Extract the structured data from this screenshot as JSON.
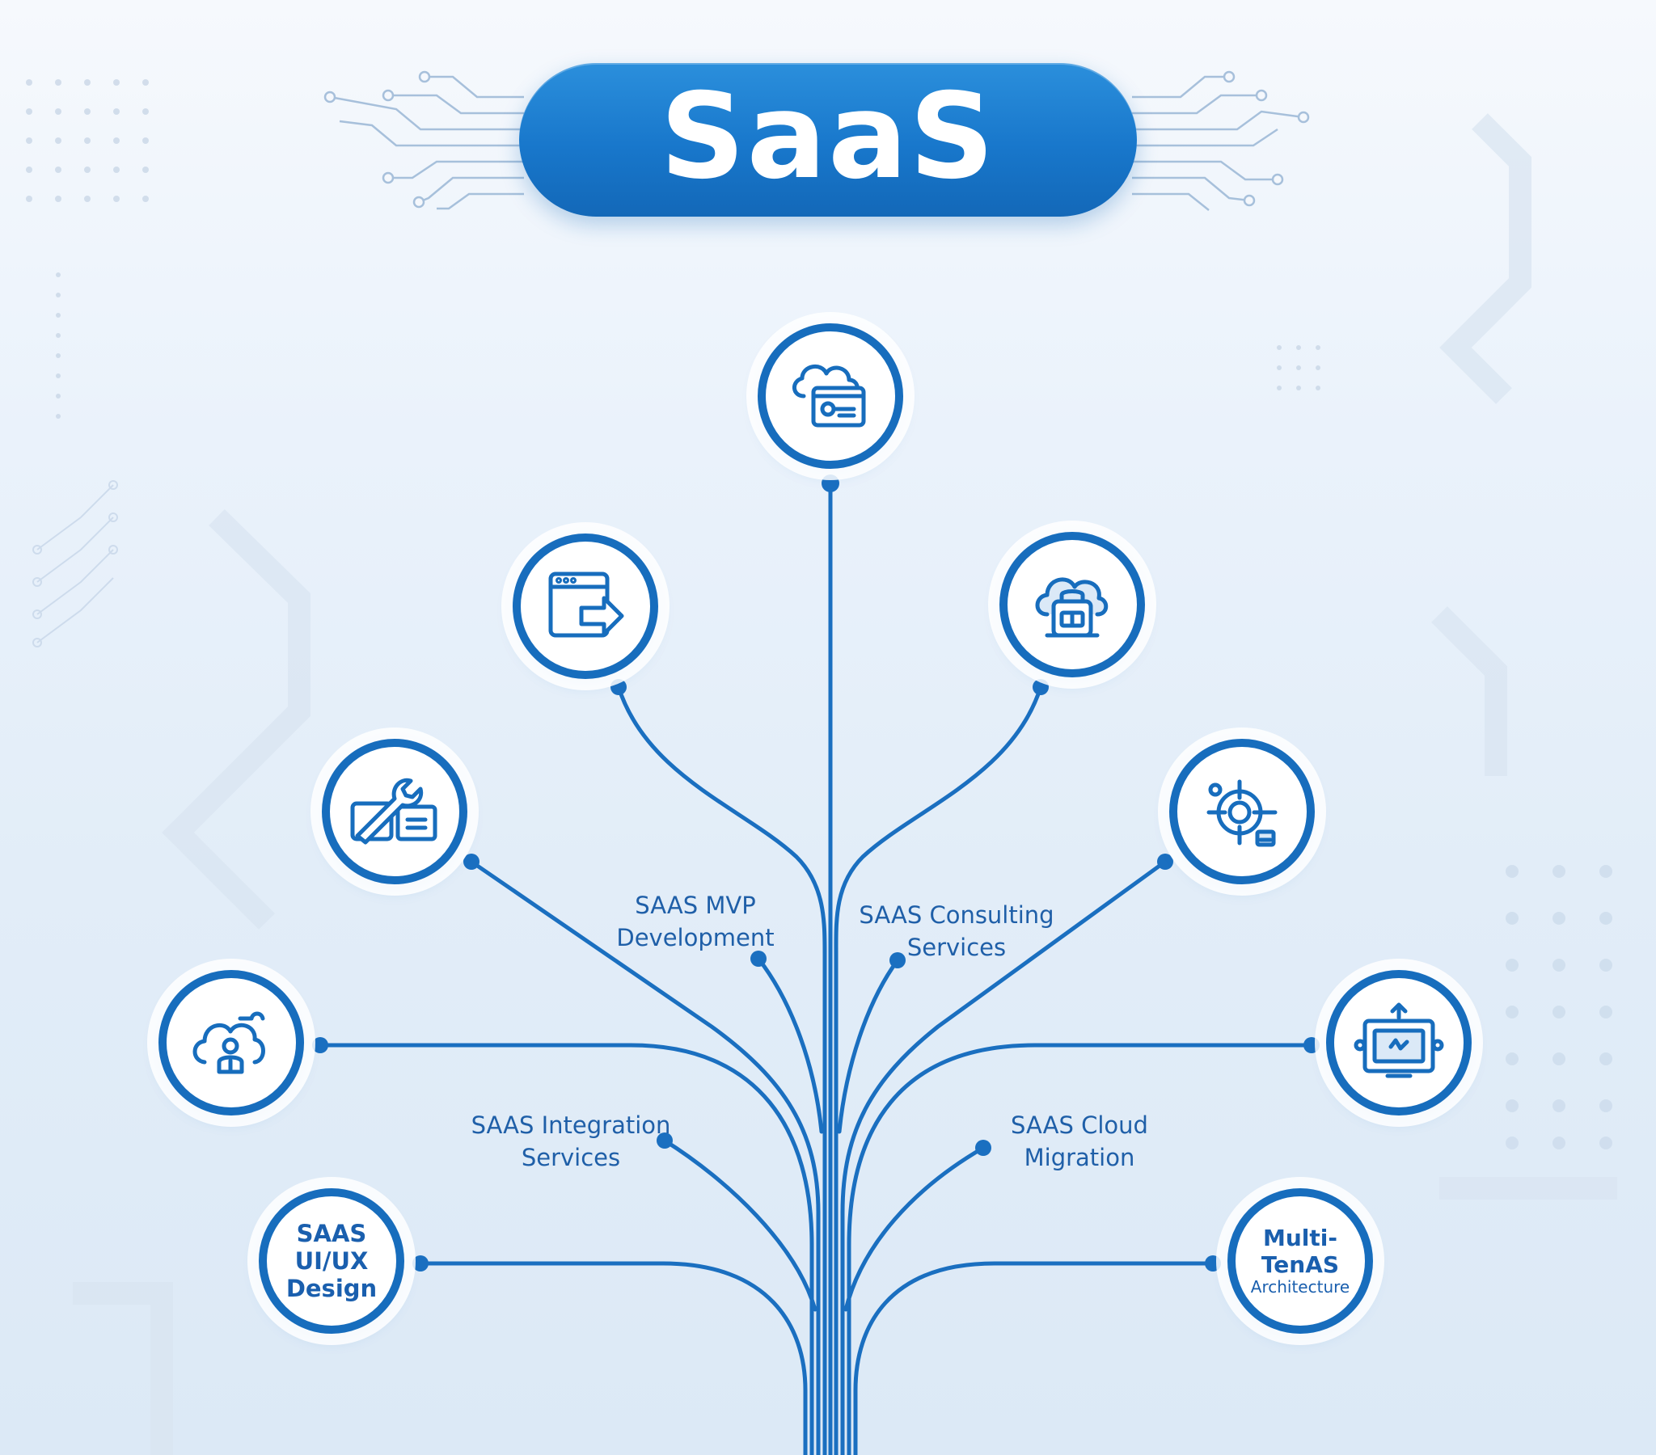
{
  "title": "SaaS",
  "labels": {
    "mvp": {
      "line1": "SAAS MVP",
      "line2": "Development"
    },
    "consulting": {
      "line1": "SAAS Consulting",
      "line2": "Services"
    },
    "integration": {
      "line1": "SAAS Integration",
      "line2": "Services"
    },
    "cloud_migration": {
      "line1": "SAAS Cloud",
      "line2": "Migration"
    }
  },
  "text_nodes": {
    "uiux": {
      "line1": "SAAS",
      "line2": "UI/UX",
      "line3": "Design"
    },
    "multitenant": {
      "line1": "Multi-",
      "line2": "TenAS",
      "line3": "Architecture"
    }
  },
  "icons": {
    "top": "cloud-key-icon",
    "upper_left": "browser-arrow-icon",
    "upper_right": "cloud-backpack-icon",
    "mid_left": "wrench-window-icon",
    "mid_right": "target-gear-icon",
    "lower_left": "cloud-user-icon",
    "lower_right": "tablet-device-icon"
  },
  "colors": {
    "primary": "#176dbd",
    "pill": "#1877cb",
    "label_text": "#1f5fa8",
    "background": "#eaf2fb"
  }
}
